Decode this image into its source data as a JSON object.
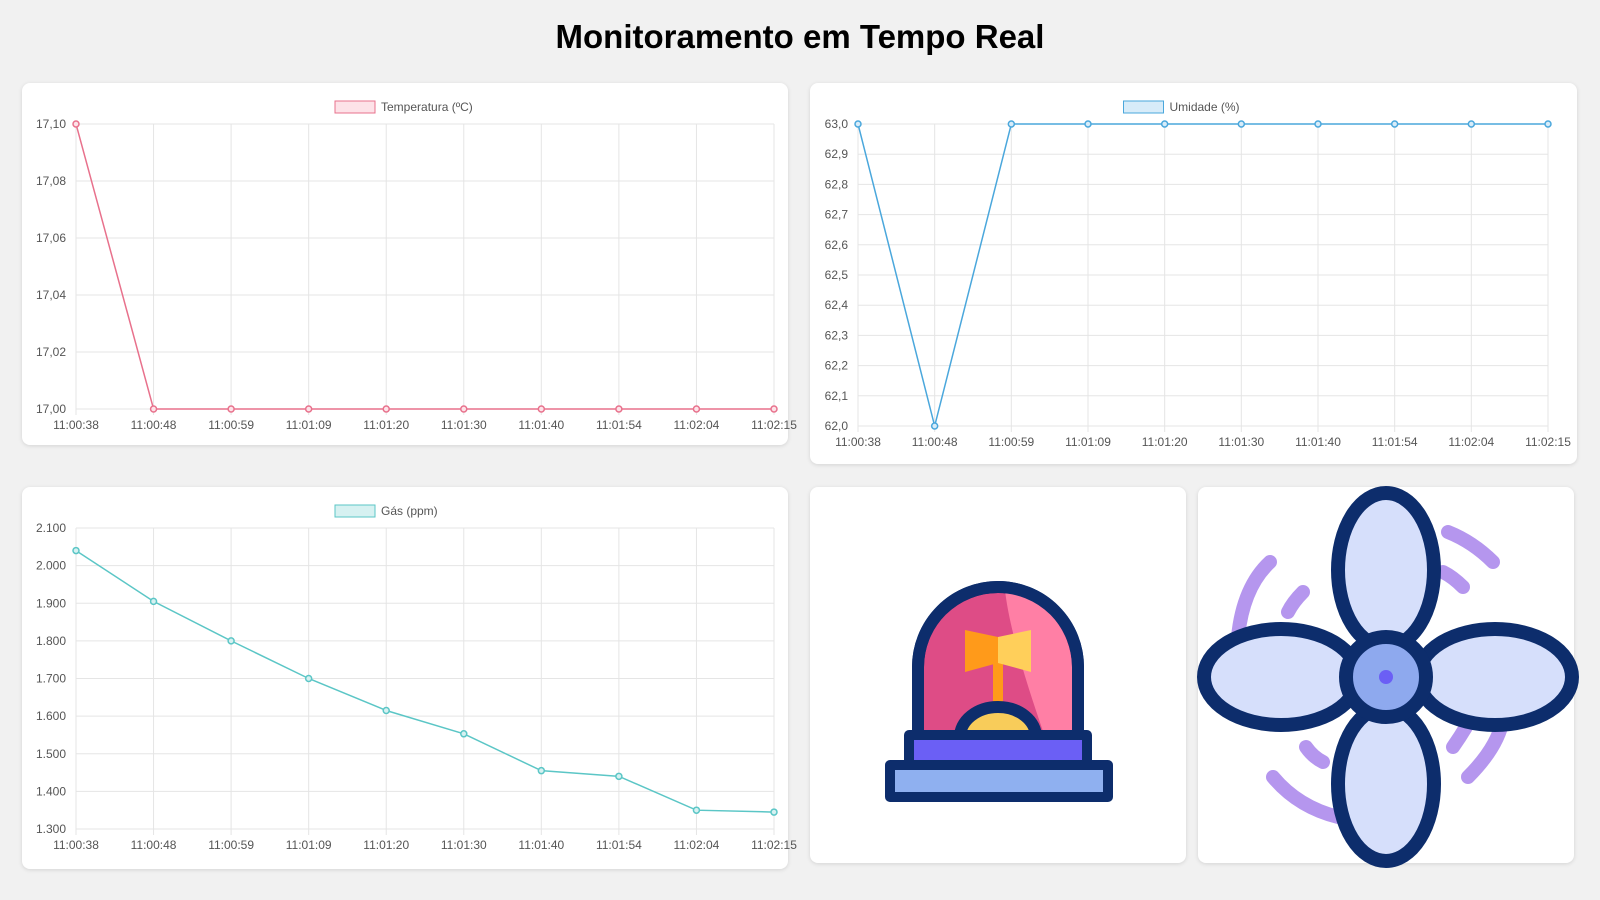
{
  "page": {
    "title": "Monitoramento em Tempo Real"
  },
  "chart_data": [
    {
      "type": "line",
      "x": [
        "11:00:38",
        "11:00:48",
        "11:00:59",
        "11:01:09",
        "11:01:20",
        "11:01:30",
        "11:01:40",
        "11:01:54",
        "11:02:04",
        "11:02:15"
      ],
      "series": [
        {
          "name": "Temperatura (ºC)",
          "values": [
            17.1,
            17.0,
            17.0,
            17.0,
            17.0,
            17.0,
            17.0,
            17.0,
            17.0,
            17.0
          ]
        }
      ],
      "ylim": [
        17.0,
        17.1
      ],
      "yticks": [
        "17,10",
        "17,08",
        "17,06",
        "17,04",
        "17,02",
        "17,00"
      ],
      "color": "#e8718c",
      "fill": "#fde2e8",
      "grid": true,
      "legend": "top-center"
    },
    {
      "type": "line",
      "x": [
        "11:00:38",
        "11:00:48",
        "11:00:59",
        "11:01:09",
        "11:01:20",
        "11:01:30",
        "11:01:40",
        "11:01:54",
        "11:02:04",
        "11:02:15"
      ],
      "series": [
        {
          "name": "Umidade (%)",
          "values": [
            63.0,
            62.0,
            63.0,
            63.0,
            63.0,
            63.0,
            63.0,
            63.0,
            63.0,
            63.0
          ]
        }
      ],
      "ylim": [
        62.0,
        63.0
      ],
      "yticks": [
        "63,0",
        "62,9",
        "62,8",
        "62,7",
        "62,6",
        "62,5",
        "62,4",
        "62,3",
        "62,2",
        "62,1",
        "62,0"
      ],
      "color": "#4aa7dc",
      "fill": "#d8ecf9",
      "grid": true,
      "legend": "top-center"
    },
    {
      "type": "line",
      "x": [
        "11:00:38",
        "11:00:48",
        "11:00:59",
        "11:01:09",
        "11:01:20",
        "11:01:30",
        "11:01:40",
        "11:01:54",
        "11:02:04",
        "11:02:15"
      ],
      "series": [
        {
          "name": "Gás (ppm)",
          "values": [
            2040,
            1905,
            1800,
            1700,
            1615,
            1553,
            1455,
            1440,
            1350,
            1345
          ]
        }
      ],
      "ylim": [
        1300,
        2100
      ],
      "yticks": [
        "2.100",
        "2.000",
        "1.900",
        "1.800",
        "1.700",
        "1.600",
        "1.500",
        "1.400",
        "1.300"
      ],
      "color": "#5bc6c6",
      "fill": "#d6f1f1",
      "grid": true,
      "legend": "top-center"
    }
  ],
  "icons": {
    "alarm": "alarm-siren-icon",
    "fan": "fan-icon"
  }
}
